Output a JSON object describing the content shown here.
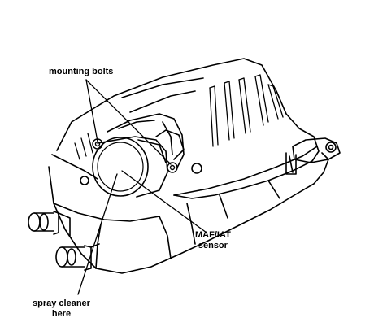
{
  "labels": {
    "mounting_bolts": "mounting bolts",
    "maf_iat_sensor": [
      "MAF/IAT",
      "sensor"
    ],
    "spray_cleaner": [
      "spray cleaner",
      "here"
    ]
  },
  "colors": {
    "ink": "#000000",
    "paper": "#ffffff"
  }
}
